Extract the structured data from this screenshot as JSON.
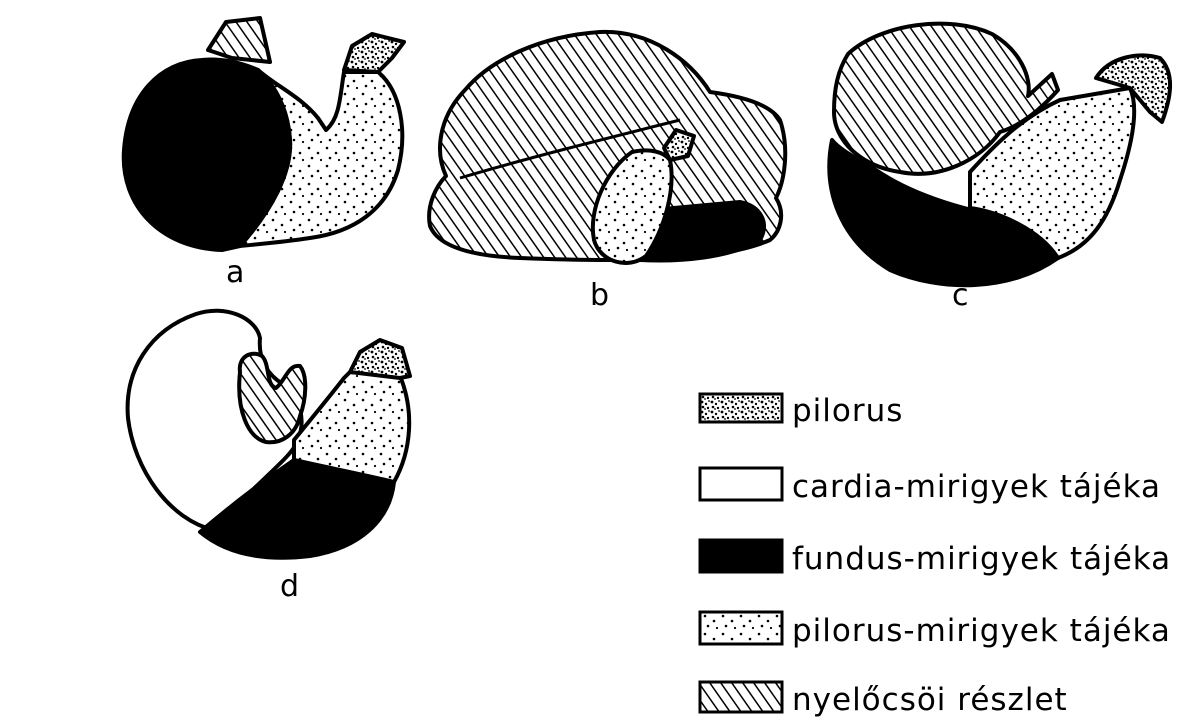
{
  "panels": [
    {
      "id": "a",
      "label": "a"
    },
    {
      "id": "b",
      "label": "b"
    },
    {
      "id": "c",
      "label": "c"
    },
    {
      "id": "d",
      "label": "d"
    }
  ],
  "legend": [
    {
      "pattern": "speckle",
      "label": "pilorus"
    },
    {
      "pattern": "white",
      "label": "cardia-mirigyek tájéka"
    },
    {
      "pattern": "black",
      "label": "fundus-mirigyek tájéka"
    },
    {
      "pattern": "dots",
      "label": "pilorus-mirigyek tájéka"
    },
    {
      "pattern": "hatch",
      "label": "nyelőcsöi részlet"
    }
  ]
}
